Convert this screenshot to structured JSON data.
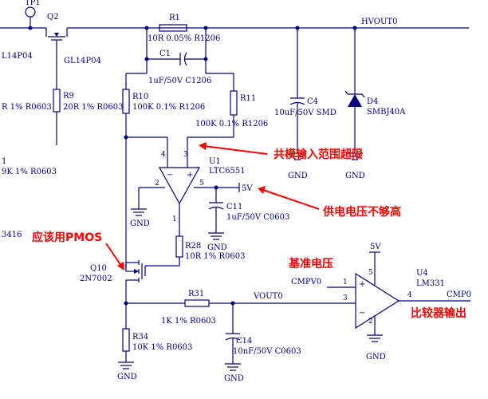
{
  "nets": {
    "tp": "TP1",
    "hvout": "HVOUT0",
    "vout": "VOUT0",
    "cmpv": "CMPV0",
    "cmp_out": "CMP0",
    "v5_top": "5V",
    "v5_u4": "5V",
    "gnd": "GND"
  },
  "components": {
    "q2": {
      "ref": "Q2",
      "value": "GL14P04"
    },
    "q2_left": {
      "value": "L14P04"
    },
    "r1": {
      "ref": "R1",
      "value": "10R 0.05% R1206"
    },
    "c1": {
      "ref": "C1",
      "value": "1uF/50V C1206"
    },
    "r9": {
      "ref": "R9",
      "value": "20R 1% R0603"
    },
    "r9_left": {
      "value": "R 1% R0603"
    },
    "r10": {
      "ref": "R10",
      "value": "100K 0.1% R1206"
    },
    "r11": {
      "ref": "R11",
      "value": "100K 0.1% R1206"
    },
    "c4": {
      "ref": "C4",
      "value": "10uF/50V SMD"
    },
    "d4": {
      "ref": "D4",
      "value": "SMBJ40A"
    },
    "u1": {
      "ref": "U1",
      "value": "LTC6551"
    },
    "c11": {
      "ref": "C11",
      "value": "1uF/50V C0603"
    },
    "r28": {
      "ref": "R28",
      "value": "10R 1% R0603"
    },
    "q10": {
      "ref": "Q10",
      "value": "2N7002"
    },
    "r31": {
      "ref": "R31",
      "value": "1K 1% R0603"
    },
    "r34": {
      "ref": "R34",
      "value": "10K 1% R0603"
    },
    "c14": {
      "ref": "C14",
      "value": "10nF/50V C0603"
    },
    "u4": {
      "ref": "U4",
      "value": "LM331"
    },
    "left1": {
      "ref": "1",
      "value": "9K 1% R0603"
    },
    "left2": {
      "value": "3416"
    }
  },
  "pins": {
    "u1_4": "4",
    "u1_3": "3",
    "u1_2": "2",
    "u1_5": "5",
    "u1_1": "1",
    "u4_5": "5",
    "u4_1": "1",
    "u4_3": "3",
    "u4_4": "4",
    "u4_2": "2"
  },
  "annotations": {
    "common_mode": "共模输入范围超限",
    "supply_low": "供电电压不够高",
    "use_pmos": "应该用PMOS",
    "reference": "基准电压",
    "comparator_out": "比较器输出"
  }
}
